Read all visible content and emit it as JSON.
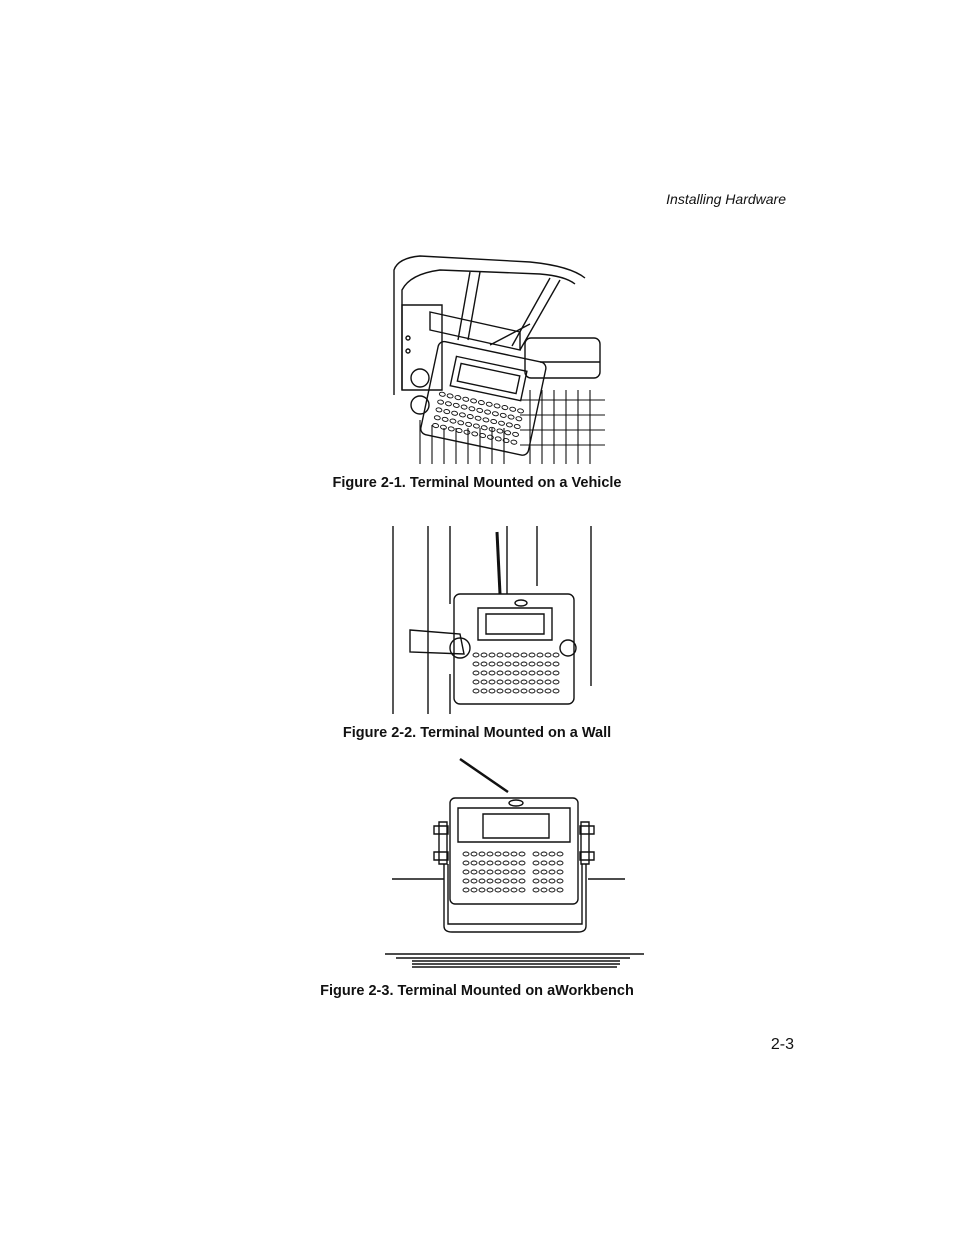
{
  "header": {
    "section_title": "Installing Hardware"
  },
  "figures": [
    {
      "caption": "Figure 2-1. Terminal Mounted on a Vehicle",
      "illustration": "terminal-on-vehicle"
    },
    {
      "caption": "Figure 2-2. Terminal Mounted on a Wall",
      "illustration": "terminal-on-wall"
    },
    {
      "caption": "Figure 2-3. Terminal Mounted on aWorkbench",
      "illustration": "terminal-on-workbench"
    }
  ],
  "footer": {
    "page_number": "2-3"
  }
}
